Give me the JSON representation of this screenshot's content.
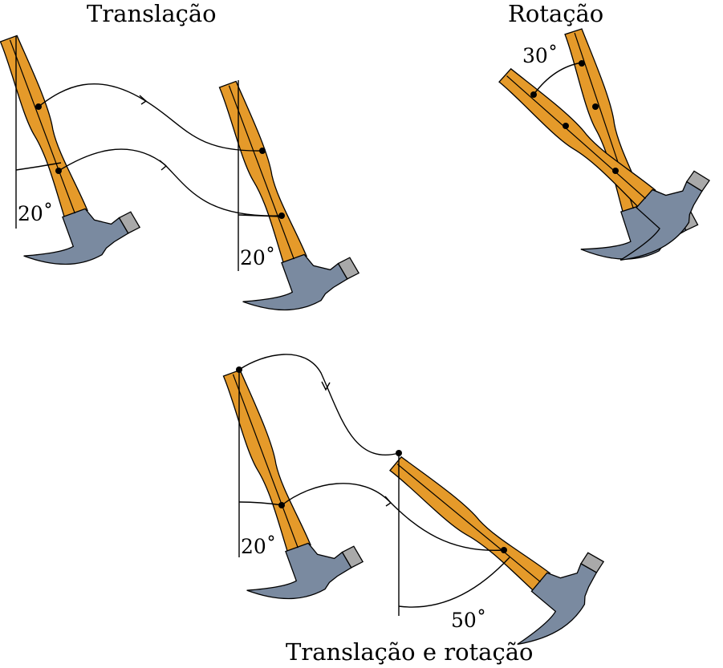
{
  "titles": {
    "translation": "Translação",
    "rotation": "Rotação",
    "combined": "Translação e rotação"
  },
  "angles": {
    "t_left": "20˚",
    "t_right": "20˚",
    "r_angle": "30˚",
    "c_left": "20˚",
    "c_right": "50˚"
  },
  "colors": {
    "handle": "#e59a2a",
    "head": "#7a8aa0",
    "cap": "#a9a9a9",
    "line": "#000000"
  }
}
